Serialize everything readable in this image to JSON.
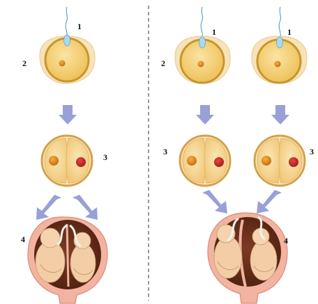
{
  "labels": {
    "sperm": "1",
    "egg": "2",
    "two_cell": "3",
    "uterus": "4"
  },
  "colors": {
    "arrow": "#98a0d6",
    "divider": "#555555",
    "egg_yolk": "#f3cd6b",
    "egg_rim": "#c9952c",
    "corona": "#f7e3b8",
    "nucleus": "#e08a18",
    "nucleus_red": "#c9262b",
    "uterus_wall": "#f2b3a0",
    "uterus_cavity": "#6b2f1e",
    "fetus": "#f2cda6",
    "cord": "#f2f2ee",
    "sperm_head": "#a9d9ee"
  }
}
